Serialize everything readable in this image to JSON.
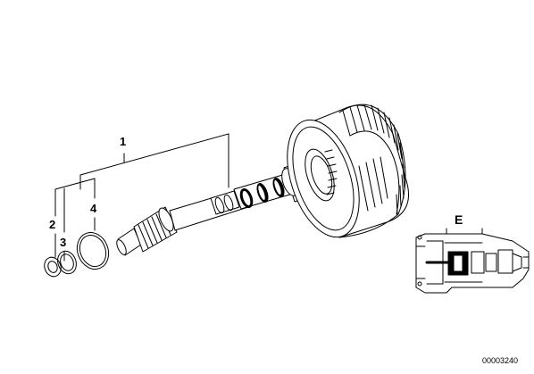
{
  "callouts": {
    "part_1": "1",
    "part_2": "2",
    "part_3": "3",
    "part_4": "4",
    "inset_label": "E"
  },
  "reference_number": "00003240",
  "icons": [
    "input-shaft-drawing",
    "drum-gear-drawing",
    "snap-ring-drawing",
    "washer-drawing",
    "o-ring-drawing",
    "transmission-locator-inset"
  ]
}
